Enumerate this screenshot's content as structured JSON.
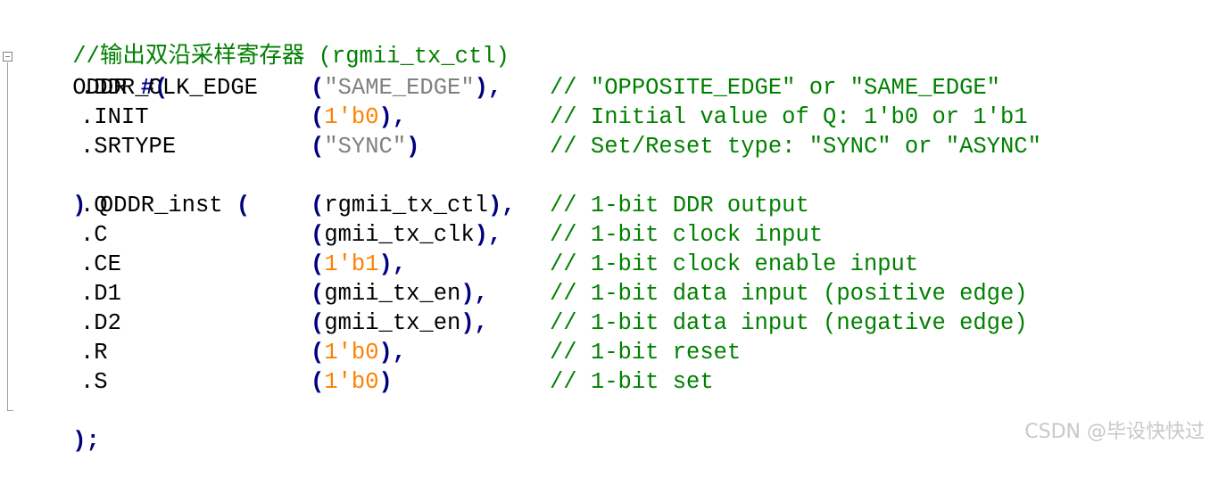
{
  "code": {
    "comment_line": "//输出双沿采样寄存器 (rgmii_tx_ctl)",
    "module_name": "ODDR",
    "hash_paren": "#(",
    "params": [
      {
        "name": ".DDR_CLK_EDGE",
        "open": "(",
        "value": "\"SAME_EDGE\"",
        "close": "),",
        "comment": "// \"OPPOSITE_EDGE\" or \"SAME_EDGE\""
      },
      {
        "name": ".INIT",
        "open": "(",
        "value": "1'b0",
        "close": "),",
        "comment": "// Initial value of Q: 1'b0 or 1'b1"
      },
      {
        "name": ".SRTYPE",
        "open": "(",
        "value": "\"SYNC\"",
        "close": ")",
        "comment": "// Set/Reset type: \"SYNC\" or \"ASYNC\""
      }
    ],
    "inst_open_paren": ")",
    "inst_name": "ODDR_inst",
    "inst_paren": "(",
    "ports": [
      {
        "name": ".Q",
        "open": "(",
        "value": "rgmii_tx_ctl",
        "close": "),",
        "comment": "// 1-bit DDR output"
      },
      {
        "name": ".C",
        "open": "(",
        "value": "gmii_tx_clk",
        "close": "),",
        "comment": "// 1-bit clock input"
      },
      {
        "name": ".CE",
        "open": "(",
        "value": "1'b1",
        "close": "),",
        "comment": "// 1-bit clock enable input"
      },
      {
        "name": ".D1",
        "open": "(",
        "value": "gmii_tx_en",
        "close": "),",
        "comment": "// 1-bit data input (positive edge)"
      },
      {
        "name": ".D2",
        "open": "(",
        "value": "gmii_tx_en",
        "close": "),",
        "comment": "// 1-bit data input (negative edge)"
      },
      {
        "name": ".R",
        "open": "(",
        "value": "1'b0",
        "close": "),",
        "comment": "// 1-bit reset"
      },
      {
        "name": ".S",
        "open": "(",
        "value": "1'b0",
        "close": ")",
        "comment": "// 1-bit set"
      }
    ],
    "closing": ");"
  },
  "watermark": "CSDN @毕设快快过",
  "colors": {
    "comment": "#008000",
    "operator": "#000080",
    "string": "#808080",
    "number": "#ff8000",
    "text": "#000000"
  },
  "icons": [
    "fold-collapse-icon"
  ]
}
